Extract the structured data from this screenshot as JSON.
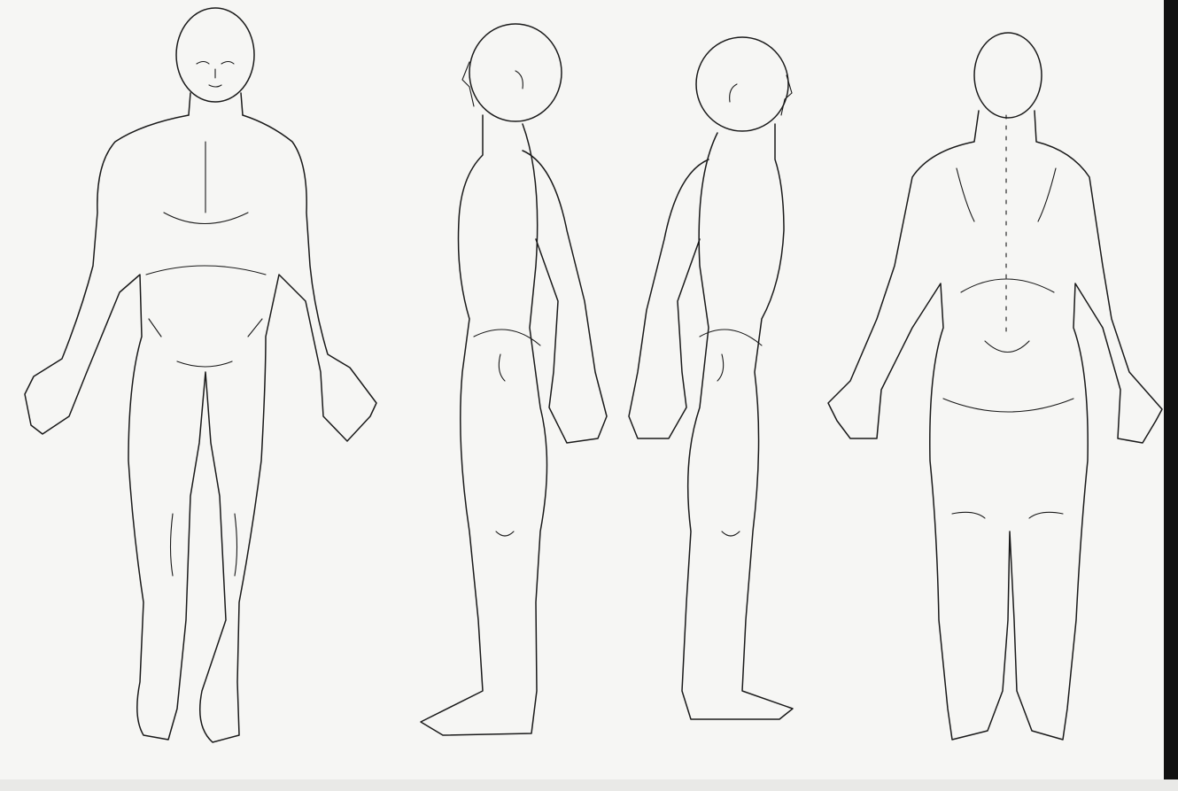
{
  "figure": {
    "views": [
      "front",
      "right-side",
      "left-side",
      "back"
    ],
    "line_color": "#1a1a1a",
    "paper_color": "#f6f6f4"
  }
}
